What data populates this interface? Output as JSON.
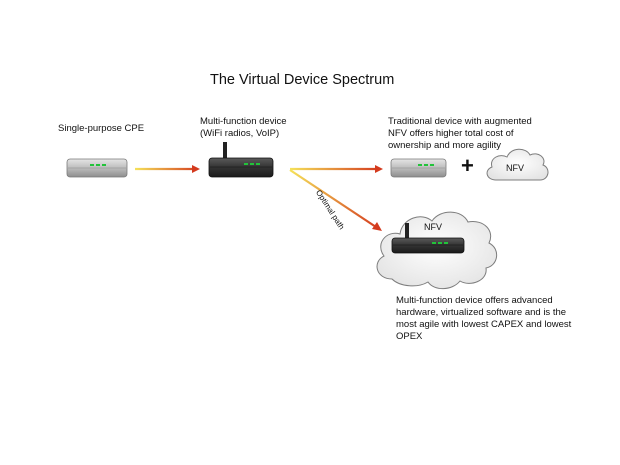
{
  "title": "The Virtual Device Spectrum",
  "single_purpose": {
    "label": "Single-purpose CPE"
  },
  "multi_function": {
    "line1": "Multi-function device",
    "line2": "(WiFi radios, VoIP)"
  },
  "traditional": {
    "line1": "Traditional device with augmented",
    "line2": "NFV offers higher total cost of",
    "line3": "ownership and more agility",
    "plus": "+",
    "cloud_label": "NFV"
  },
  "optimal": {
    "path_label": "Optimal path",
    "cloud_label": "NFV",
    "line1": "Multi-function device offers advanced",
    "line2": "hardware, virtualized software and is the",
    "line3": "most agile with lowest CAPEX and lowest",
    "line4": "OPEX"
  },
  "colors": {
    "arrow_start": "#f5e25a",
    "arrow_end": "#d43a1e",
    "device_gray": "#b8b8b8",
    "device_dark": "#3a3a3a",
    "led": "#22c33a"
  }
}
